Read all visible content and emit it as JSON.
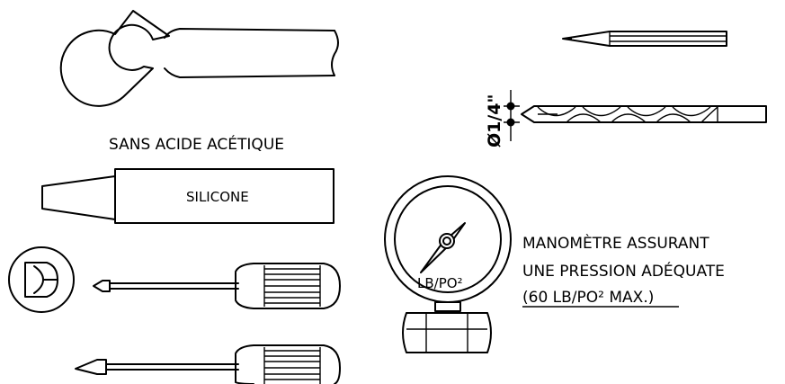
{
  "labels": {
    "no_acetic_acid": "SANS ACIDE ACÉTIQUE",
    "silicone": "SILICONE",
    "gauge_unit": "LB/PO²",
    "gauge_line1": "MANOMÈTRE ASSURANT",
    "gauge_line2": "UNE PRESSION ADÉQUATE",
    "gauge_line3": "(60 LB/PO² MAX.)",
    "drill_size": "Ø1/4\""
  },
  "icons": [
    "wrench-icon",
    "pencil-icon",
    "drill-bit-icon",
    "silicone-tube-icon",
    "pressure-gauge-icon",
    "phillips-screwdriver-icon",
    "flat-screwdriver-icon"
  ],
  "colors": {
    "ink": "#000000",
    "paper": "#ffffff"
  }
}
